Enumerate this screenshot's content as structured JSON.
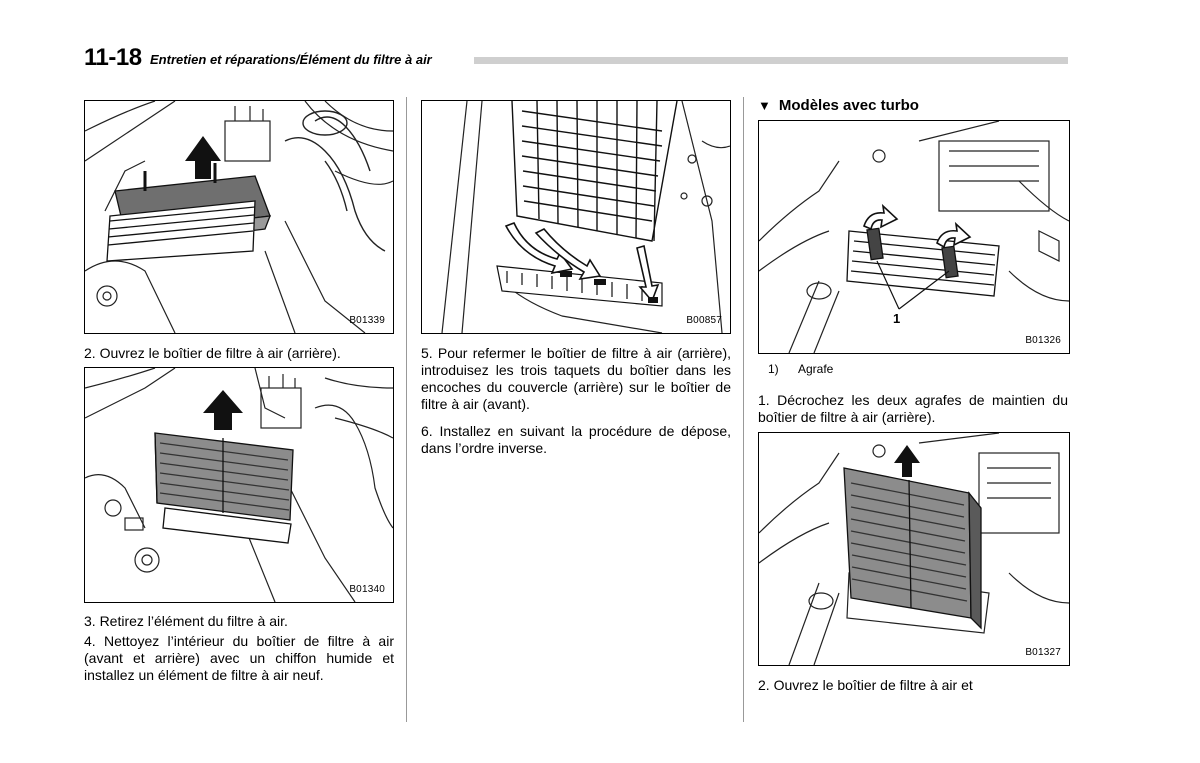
{
  "header": {
    "page_number": "11-18",
    "section_title": "Entretien et réparations/Élément du filtre à air"
  },
  "figures": {
    "b01339": "B01339",
    "b01340": "B01340",
    "b00857": "B00857",
    "b01326": "B01326",
    "b01327": "B01327"
  },
  "col1": {
    "step2": "2.  Ouvrez le boîtier de filtre à air (arrière).",
    "step3": "3.  Retirez l’élément du filtre à air.",
    "step4": "4.  Nettoyez l’intérieur du boîtier de filtre à air (avant et arrière) avec un chiffon humide et installez un élément de filtre à air neuf."
  },
  "col2": {
    "step5": "5.  Pour refermer le boîtier de filtre à air (arrière), introduisez les trois taquets du boîtier dans les encoches du couvercle (arrière) sur le boîtier de filtre à air (avant).",
    "step6": "6.  Installez en suivant la procédure de dépose, dans l’ordre inverse."
  },
  "col3": {
    "turbo_heading": "Modèles avec turbo",
    "turbo_marker": "▼",
    "callout_1": "1",
    "legend_key": "1)",
    "legend_label": "Agrafe",
    "step1": "1.  Décrochez les deux agrafes de maintien du boîtier de filtre à air (arrière).",
    "step2": "2.  Ouvrez le boîtier de filtre à air et"
  }
}
